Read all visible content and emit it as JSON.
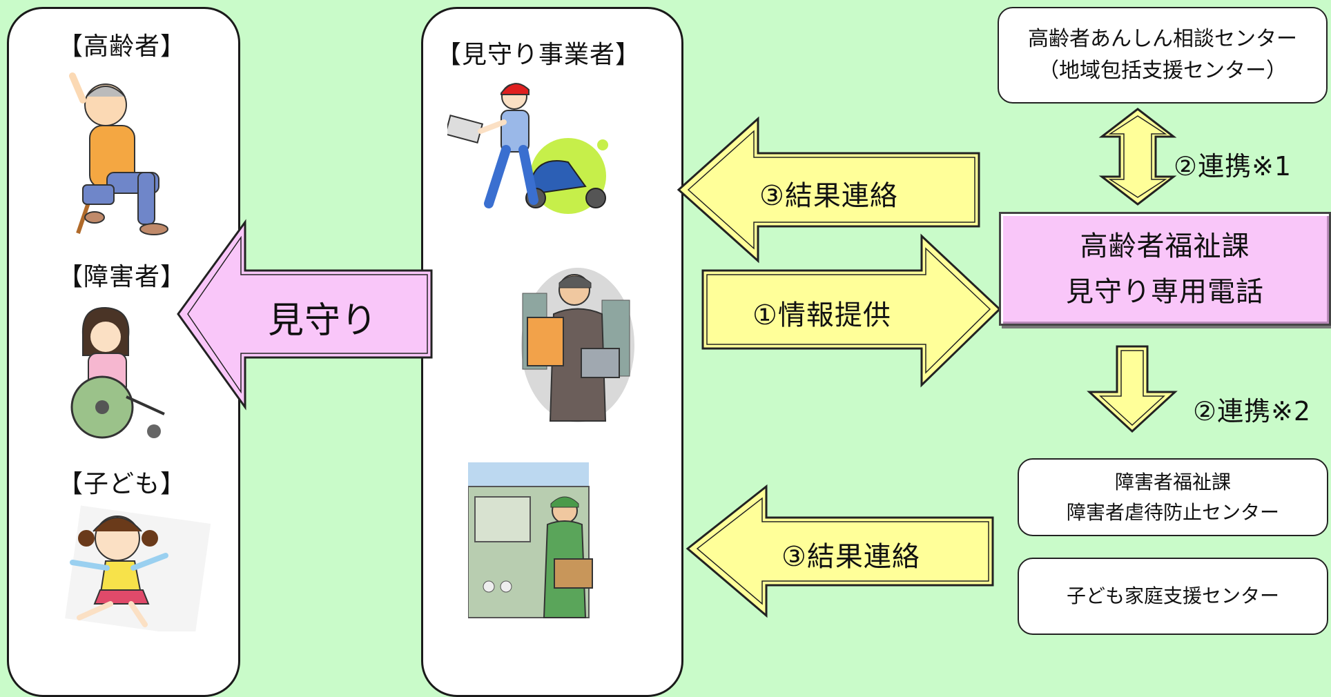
{
  "left_panel": {
    "elderly_label": "【高齢者】",
    "disabled_label": "【障害者】",
    "child_label": "【子ども】"
  },
  "middle_panel": {
    "title": "【見守り事業者】"
  },
  "arrows": {
    "watch": "見守り",
    "result_top": "③結果連絡",
    "info": "①情報提供",
    "result_bottom": "③結果連絡",
    "link1": "②連携※1",
    "link2": "②連携※2"
  },
  "right": {
    "consult_center_line1": "高齢者あんしん相談センター",
    "consult_center_line2": "（地域包括支援センター）",
    "welfare_line1": "高齢者福祉課",
    "welfare_line2": "見守り専用電話",
    "disability_line1": "障害者福祉課",
    "disability_line2": "障害者虐待防止センター",
    "child_center": "子ども家庭支援センター"
  },
  "colors": {
    "background": "#c9fbc9",
    "yellow_arrow": "#ffff99",
    "pink_arrow": "#f9c6f9",
    "pink_box": "#f9c6f9"
  }
}
